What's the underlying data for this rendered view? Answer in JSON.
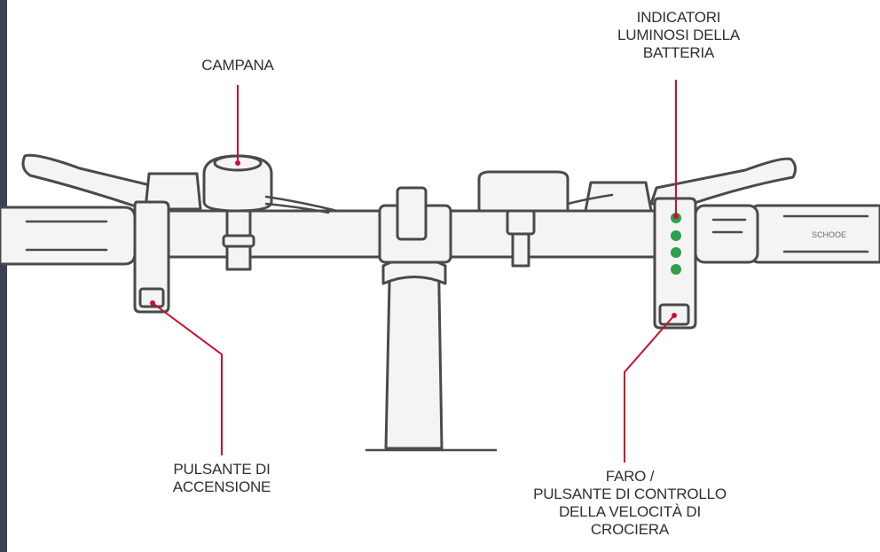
{
  "colors": {
    "callout": "#c8102e",
    "indicator": "#2e9e4f",
    "outline": "#4a4a4a",
    "fill": "#f4f4f4",
    "text": "#2b2f38"
  },
  "labels": {
    "campana": [
      "CAMPANA"
    ],
    "battery": [
      "INDICATORI",
      "LUMINOSI DELLA",
      "BATTERIA"
    ],
    "power": [
      "PULSANTE DI",
      "ACCENSIONE"
    ],
    "light": [
      "FARO /",
      "PULSANTE DI CONTROLLO",
      "DELLA VELOCITÀ DI",
      "CROCIERA"
    ]
  },
  "grip_text": "SCHOOE"
}
